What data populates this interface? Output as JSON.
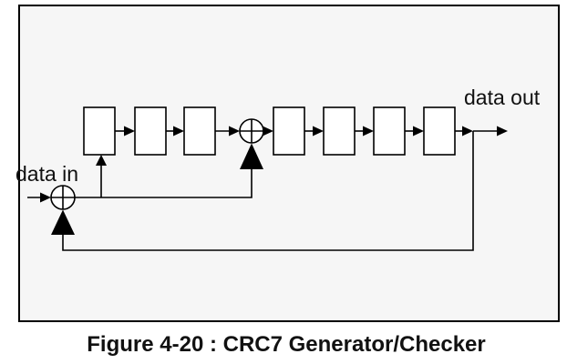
{
  "figure": {
    "caption": "Figure 4-20 : CRC7 Generator/Checker",
    "label_data_in": "data in",
    "label_data_out": "data out"
  },
  "diagram": {
    "kind": "linear-feedback-shift-register",
    "register_count": 7,
    "xor_gate_count": 2,
    "structure": "data in XORs with feedback into stage 1; tap after stage 3 XORs with feedback into stage 4; stage 7 output is data out and feeds back to both XOR gates"
  },
  "colors": {
    "page_background": "#ffffff",
    "panel_background": "#f6f6f6",
    "line": "#000000",
    "register_fill": "#ffffff"
  }
}
